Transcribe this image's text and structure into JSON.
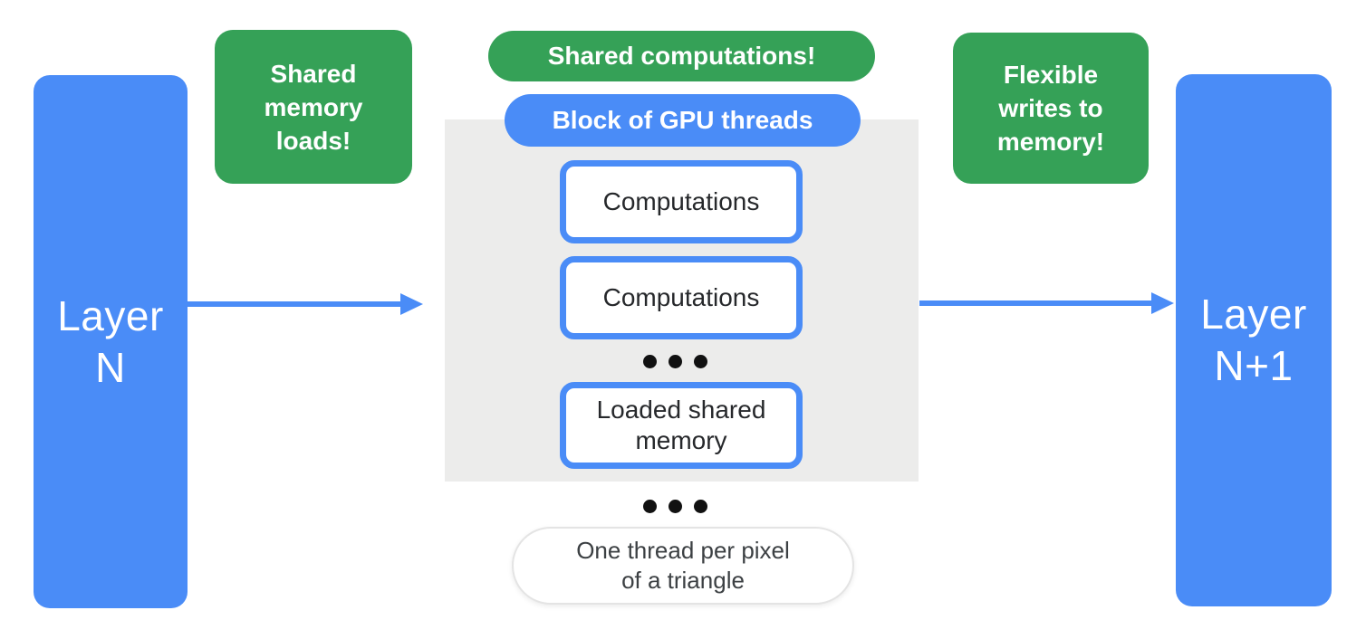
{
  "colors": {
    "blue": "#4A8CF7",
    "green": "#35A157",
    "block_gray": "#ECECEB",
    "box_text": "#26282B",
    "note_text": "#3C4043",
    "white": "#ffffff"
  },
  "left_layer": {
    "line1": "Layer",
    "line2": "N"
  },
  "right_layer": {
    "line1": "Layer",
    "line2": "N+1"
  },
  "callouts": {
    "shared_memory_loads": {
      "lines": [
        "Shared",
        "memory",
        "loads!"
      ]
    },
    "shared_computations": {
      "label": "Shared computations!"
    },
    "flexible_writes": {
      "lines": [
        "Flexible",
        "writes to",
        "memory!"
      ]
    }
  },
  "gpu_block": {
    "label": "Block of GPU threads",
    "items": [
      "Computations",
      "Computations",
      "Loaded shared memory"
    ]
  },
  "bottom_note": {
    "line1": "One thread per pixel",
    "line2": "of a triangle"
  }
}
